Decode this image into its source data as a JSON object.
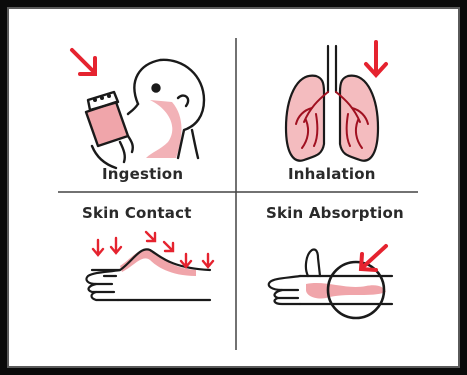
{
  "panels": [
    {
      "key": "ingestion",
      "label": "Ingestion"
    },
    {
      "key": "inhalation",
      "label": "Inhalation"
    },
    {
      "key": "skin_contact",
      "label": "Skin Contact"
    },
    {
      "key": "skin_absorption",
      "label": "Skin Absorption"
    }
  ],
  "colors": {
    "arrow": "#e5232f",
    "tint": "#f0a5aa",
    "ink": "#1a1a1a",
    "frame": "#0a0a0a"
  }
}
